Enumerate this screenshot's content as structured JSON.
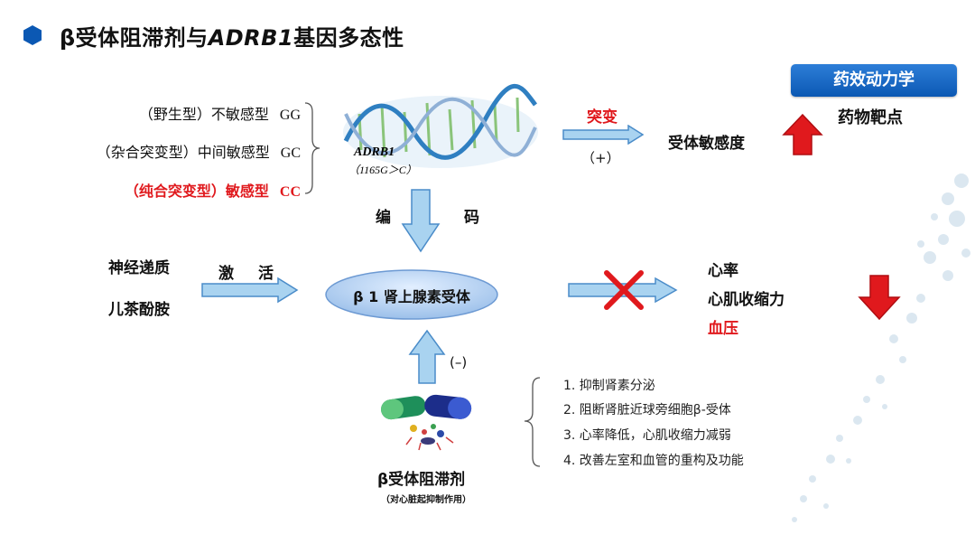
{
  "title": {
    "prefix": "β受体阻滞剂与",
    "gene": "ADRB1",
    "suffix": "基因多态性"
  },
  "genotypes": [
    {
      "label": "（野生型）不敏感型",
      "code": "GG",
      "color": "#111111"
    },
    {
      "label": "（杂合突变型）中间敏感型",
      "code": "GC",
      "color": "#111111"
    },
    {
      "label": "（纯合突变型）敏感型",
      "code": "CC",
      "color": "#e0191d"
    }
  ],
  "gene": {
    "name": "ADRB1",
    "variant": "（1165G＞C）"
  },
  "mutation": {
    "label": "突变",
    "sign": "（+）",
    "result": "受体敏感度"
  },
  "pharmacodynamics": {
    "button": "药效动力学",
    "target": "药物靶点"
  },
  "encode": {
    "char1": "编",
    "char2": "码"
  },
  "neurotransmitters": [
    "神经递质",
    "儿茶酚胺"
  ],
  "activate": {
    "char1": "激",
    "char2": "活"
  },
  "receptor": "β 1 肾上腺素受体",
  "outcomes": [
    {
      "label": "心率",
      "color": "#111111"
    },
    {
      "label": "心肌收缩力",
      "color": "#111111"
    },
    {
      "label": "血压",
      "color": "#e0191d"
    }
  ],
  "inhibit_sign": "(–)",
  "effects": [
    "1.  抑制肾素分泌",
    "2.  阻断肾脏近球旁细胞β-受体",
    "3.  心率降低，心肌收缩力减弱",
    "4.  改善左室和血管的重构及功能"
  ],
  "drug": {
    "name": "β受体阻滞剂",
    "note": "（对心脏起抑制作用）"
  },
  "colors": {
    "arrow_fill": "#a9d3f0",
    "arrow_stroke": "#4a8cc9",
    "red": "#e0191d",
    "accent": "#0b58b3"
  }
}
